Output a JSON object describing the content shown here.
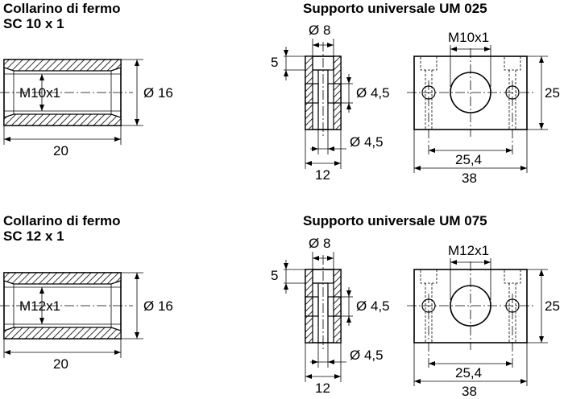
{
  "blocks": [
    {
      "collar": {
        "title_line1": "Collarino di fermo",
        "title_line2": "SC 10 x 1",
        "thread": "M10x1",
        "diameter": "Ø 16",
        "length": "20"
      },
      "support": {
        "title": "Supporto universale UM 025",
        "side": {
          "hole_top": "Ø 8",
          "counterbore": "5",
          "hole_mid": "Ø 4,5",
          "hole_bottom": "Ø 4,5",
          "width": "12"
        },
        "front": {
          "thread": "M10x1",
          "height": "25",
          "hole_spacing": "25,4",
          "width": "38"
        }
      }
    },
    {
      "collar": {
        "title_line1": "Collarino di fermo",
        "title_line2": "SC 12 x 1",
        "thread": "M12x1",
        "diameter": "Ø 16",
        "length": "20"
      },
      "support": {
        "title": "Supporto universale UM 075",
        "side": {
          "hole_top": "Ø 8",
          "counterbore": "5",
          "hole_mid": "Ø 4,5",
          "hole_bottom": "Ø 4,5",
          "width": "12"
        },
        "front": {
          "thread": "M12x1",
          "height": "25",
          "hole_spacing": "25,4",
          "width": "38"
        }
      }
    }
  ]
}
